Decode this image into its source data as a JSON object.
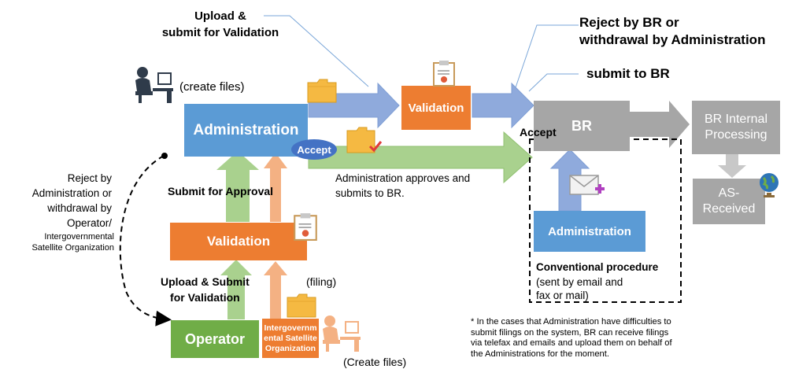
{
  "labels": {
    "upload_submit_validation_top": "Upload &\nsubmit for Validation",
    "reject_br_top": "Reject by BR or\nwithdrawal by Administration",
    "submit_to_br": "submit to BR",
    "create_files_top": "(create files)",
    "administration_main": "Administration",
    "validation_top": "Validation",
    "accept_left": "Accept",
    "accept_br": "Accept",
    "br": "BR",
    "br_internal": "BR Internal\nProcessing",
    "as_received": "AS-\nReceived",
    "admin_approves": "Administration approves and\nsubmits to BR.",
    "reject_left": "Reject by\nAdministration or\nwithdrawal by\nOperator/",
    "igo_small": "Intergovernmental\nSatellite Organization",
    "submit_for_approval": "Submit for Approval",
    "validation_mid": "Validation",
    "upload_submit_validation_bottom": "Upload & Submit\nfor Validation",
    "filing": "(filing)",
    "operator": "Operator",
    "igo_box": "Intergovernm\nental Satellite\nOrganization",
    "create_files_bottom": "(Create files)",
    "administration_conv": "Administration",
    "conventional_title": "Conventional procedure",
    "conventional_detail": "(sent by email and\nfax or mail)",
    "footnote": "* In the cases that Administration have difficulties to\nsubmit filings on the system, BR can receive filings\nvia telefax and emails and upload them on behalf of\nthe Administrations for the moment."
  },
  "colors": {
    "blue": "#5b9bd5",
    "orange": "#ed7d31",
    "grey": "#a6a6a6",
    "green": "#70ad47",
    "light_blue_arrow": "#8faadc",
    "light_orange_arrow": "#f4b183",
    "accept_badge": "#4472c4"
  },
  "icons": [
    "person-at-computer-icon",
    "folder-icon",
    "certificate-clipboard-icon",
    "folder-checkmark-icon",
    "envelope-add-icon",
    "globe-icon"
  ]
}
